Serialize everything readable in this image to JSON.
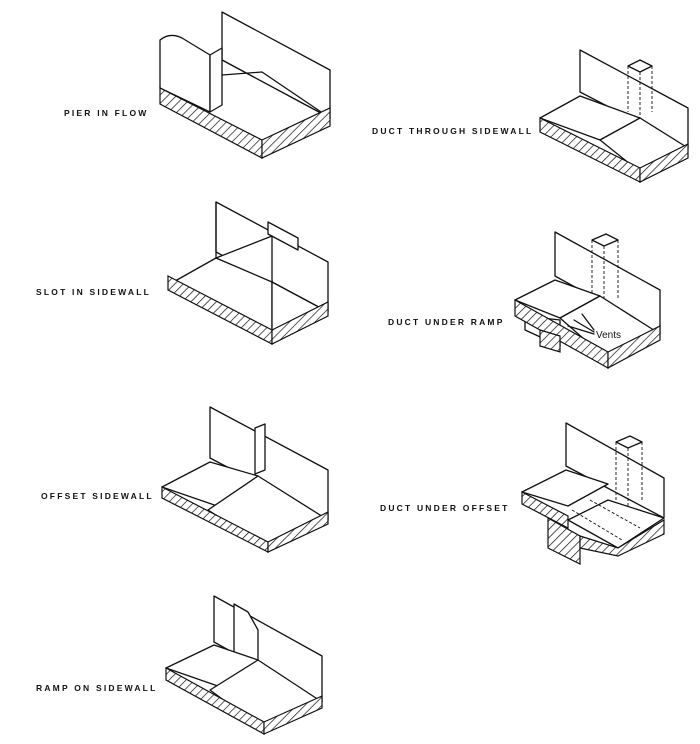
{
  "labels": {
    "pier_in_flow": "PIER IN FLOW",
    "slot_in_sidewall": "SLOT IN SIDEWALL",
    "offset_sidewall": "OFFSET SIDEWALL",
    "ramp_on_sidewall": "RAMP ON SIDEWALL",
    "duct_through_sidewall": "DUCT THROUGH SIDEWALL",
    "duct_under_ramp": "DUCT UNDER RAMP",
    "duct_under_offset": "DUCT UNDER OFFSET"
  },
  "annotations": {
    "vents": "Vents"
  }
}
